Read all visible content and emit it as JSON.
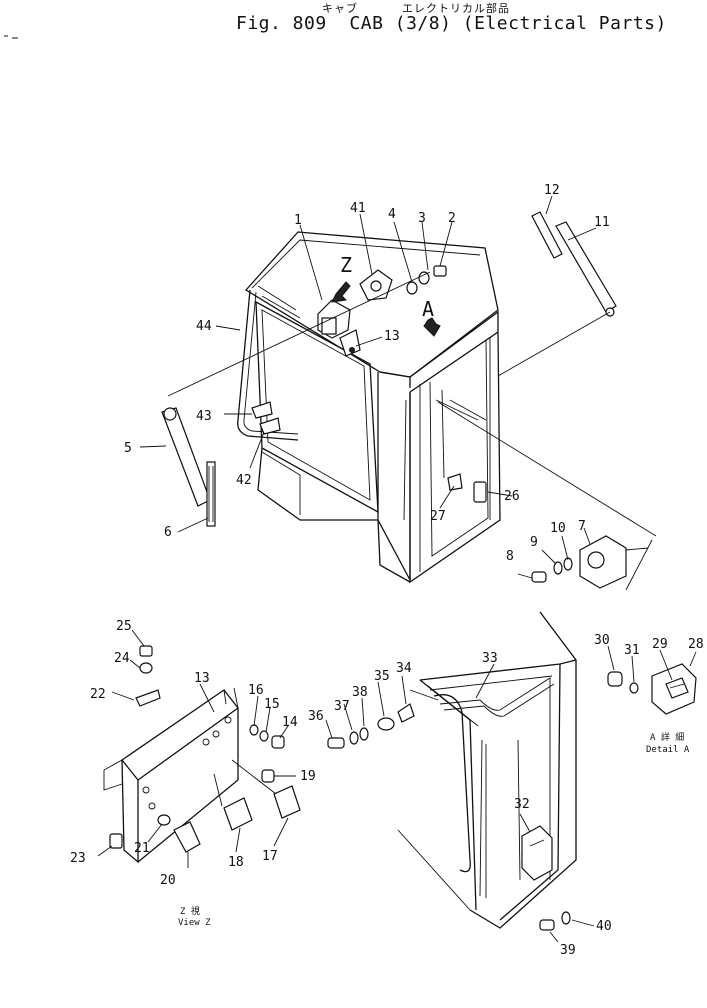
{
  "header": {
    "kana_left": "キャブ",
    "kana_right": "エレクトリカル部品",
    "fig_label": "Fig. 809",
    "title": "CAB (3/8) (Electrical Parts)"
  },
  "views": {
    "z_arrow": "Z",
    "a_arrow": "A",
    "detail_a_jp": "A 詳 細",
    "detail_a_en": "Detail A",
    "view_z_jp": "Z 視",
    "view_z_en": "View Z"
  },
  "callouts": {
    "c1": "1",
    "c2": "2",
    "c3": "3",
    "c4": "4",
    "c5": "5",
    "c6": "6",
    "c7": "7",
    "c8": "8",
    "c9": "9",
    "c10": "10",
    "c11": "11",
    "c12": "12",
    "c13a": "13",
    "c13b": "13",
    "c14": "14",
    "c15": "15",
    "c16": "16",
    "c17": "17",
    "c18": "18",
    "c19": "19",
    "c20": "20",
    "c21": "21",
    "c22": "22",
    "c23": "23",
    "c24": "24",
    "c25": "25",
    "c26": "26",
    "c27": "27",
    "c28": "28",
    "c29": "29",
    "c30": "30",
    "c31": "31",
    "c32": "32",
    "c33": "33",
    "c34": "34",
    "c35": "35",
    "c36": "36",
    "c37": "37",
    "c38": "38",
    "c39": "39",
    "c40": "40",
    "c41": "41",
    "c42": "42",
    "c43": "43",
    "c44": "44"
  }
}
